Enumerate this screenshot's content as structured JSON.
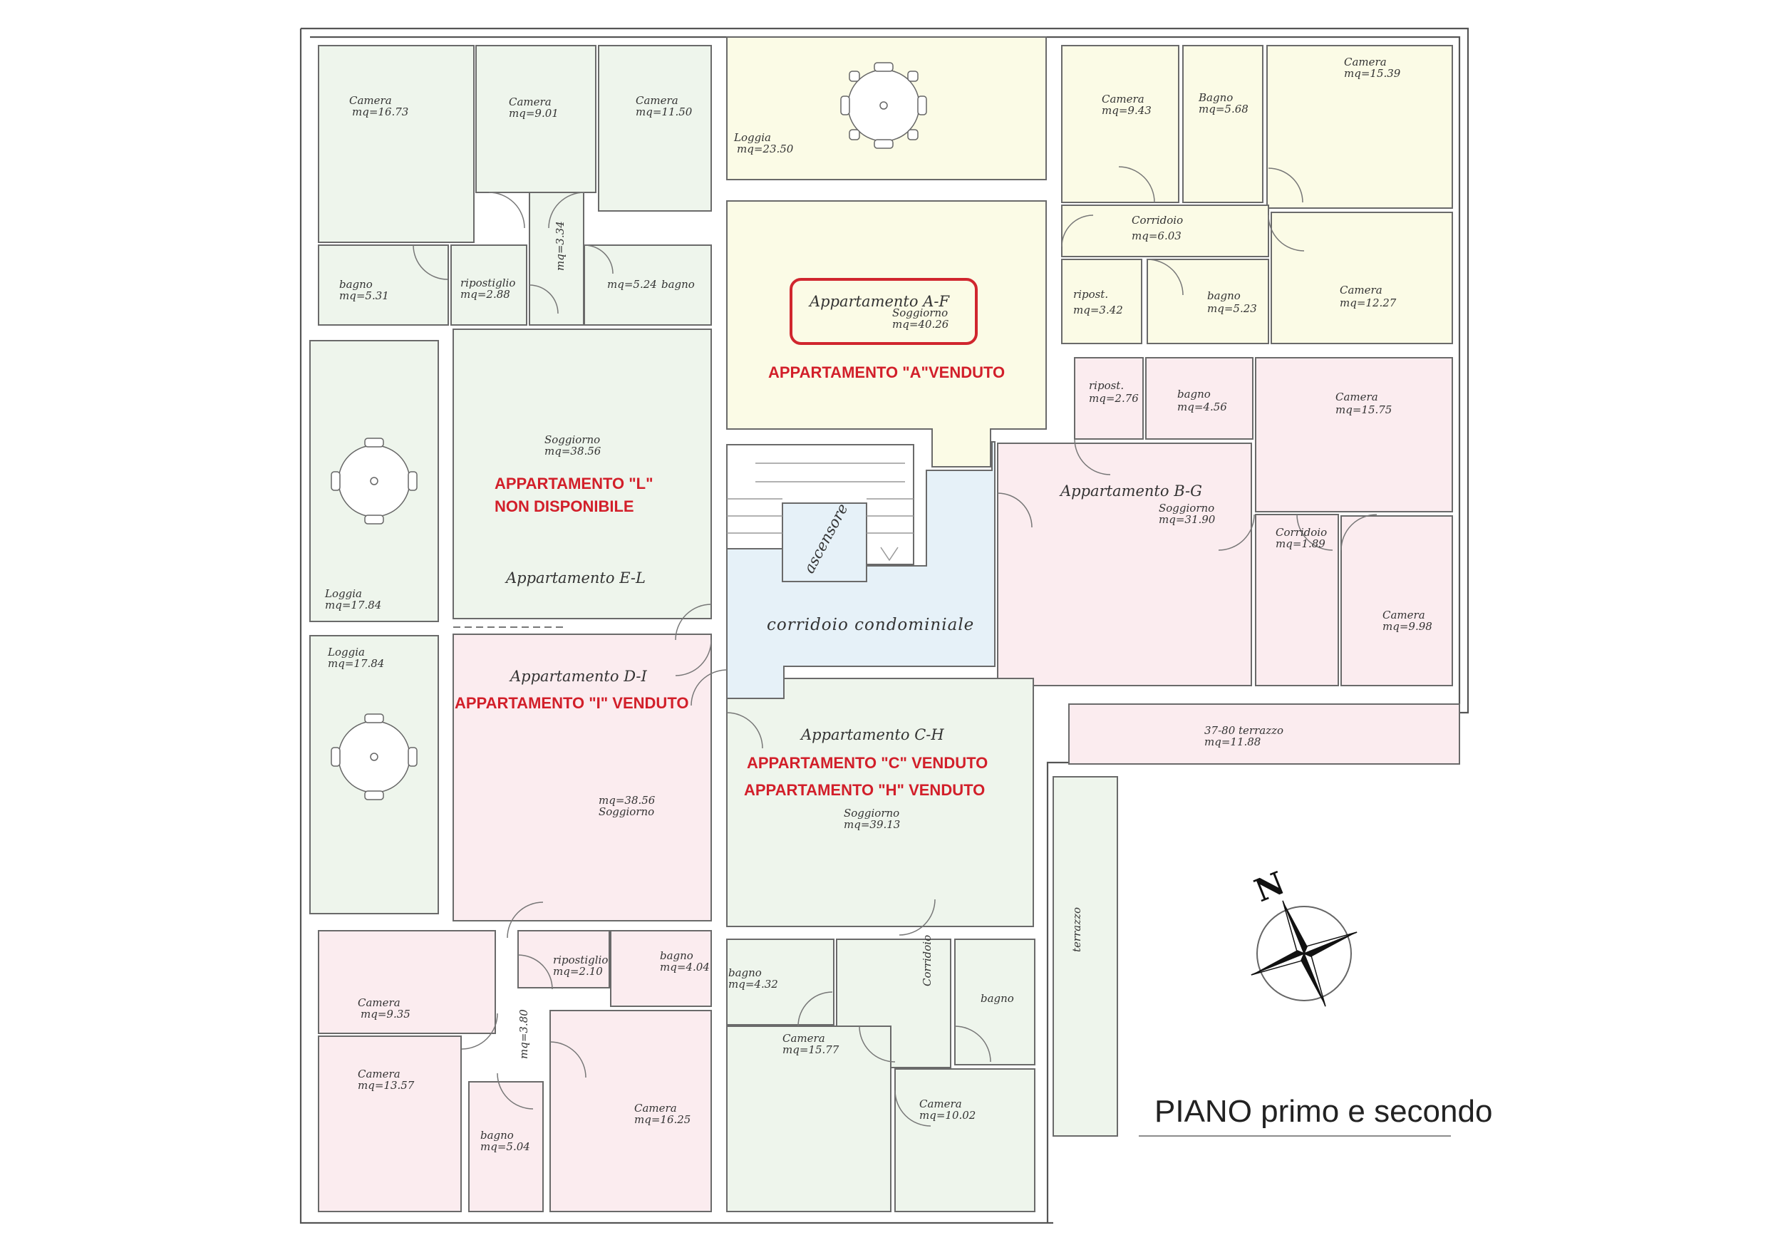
{
  "title": "PIANO primo e secondo",
  "compass": {
    "label": "N",
    "icon": "compass-rose-icon"
  },
  "colors": {
    "green": "#eef5ec",
    "yellow": "#fbfbe6",
    "pink": "#fbecef",
    "blue": "#e6f1f8",
    "status": "#d21f2a",
    "highlight": "#d0262e"
  },
  "apartments": {
    "af": {
      "name": "Appartamento A-F",
      "status": "APPARTAMENTO \"A\"VENDUTO"
    },
    "el": {
      "name": "Appartamento E-L",
      "status_line1": "APPARTAMENTO \"L\"",
      "status_line2": "NON DISPONIBILE"
    },
    "bg": {
      "name": "Appartamento B-G"
    },
    "di": {
      "name": "Appartamento D-I",
      "status": "APPARTAMENTO \"I\" VENDUTO"
    },
    "ch": {
      "name": "Appartamento C-H",
      "status_line1": "APPARTAMENTO \"C\" VENDUTO",
      "status_line2": "APPARTAMENTO \"H\" VENDUTO"
    }
  },
  "common": {
    "corridor": "corridoio  condominiale",
    "elevator": "ascensore",
    "terrace_side": "terrazzo"
  },
  "rooms": [
    {
      "name": "Camera",
      "area": "mq=16.73"
    },
    {
      "name": "Camera",
      "area": "mq=9.01"
    },
    {
      "name": "Camera",
      "area": "mq=11.50"
    },
    {
      "name": "bagno",
      "area": "mq=5.31"
    },
    {
      "name": "ripostiglio",
      "area": "mq=2.88"
    },
    {
      "name": "",
      "area": "mq=3.34"
    },
    {
      "name": "bagno",
      "area": "mq=5.24"
    },
    {
      "name": "Loggia",
      "area": "mq=23.50"
    },
    {
      "name": "Camera",
      "area": "mq=9.43"
    },
    {
      "name": "Bagno",
      "area": "mq=5.68"
    },
    {
      "name": "Camera",
      "area": "mq=15.39"
    },
    {
      "name": "Corridoio",
      "area": "mq=6.03"
    },
    {
      "name": "ripost.",
      "area": "mq=3.42"
    },
    {
      "name": "bagno",
      "area": "mq=5.23"
    },
    {
      "name": "Camera",
      "area": "mq=12.27"
    },
    {
      "name": "Soggiorno",
      "area": "mq=40.26"
    },
    {
      "name": "ripost.",
      "area": "mq=2.76"
    },
    {
      "name": "bagno",
      "area": "mq=4.56"
    },
    {
      "name": "Camera",
      "area": "mq=15.75"
    },
    {
      "name": "Soggiorno",
      "area": "mq=38.56"
    },
    {
      "name": "Loggia",
      "area": "mq=17.84"
    },
    {
      "name": "Soggiorno",
      "area": "mq=31.90"
    },
    {
      "name": "Corridoio",
      "area": "mq=1.89"
    },
    {
      "name": "Camera",
      "area": "mq=9.98"
    },
    {
      "name": "Loggia",
      "area": "mq=17.84"
    },
    {
      "name": "37-80  terrazzo",
      "area": "mq=11.88"
    },
    {
      "name": "Soggiorno",
      "area": "mq=38.56"
    },
    {
      "name": "Soggiorno",
      "area": "mq=39.13"
    },
    {
      "name": "Camera",
      "area": "mq=9.35"
    },
    {
      "name": "ripostiglio",
      "area": "mq=2.10"
    },
    {
      "name": "bagno",
      "area": "mq=4.04"
    },
    {
      "name": "",
      "area": "mq=3.80"
    },
    {
      "name": "Camera",
      "area": "mq=13.57"
    },
    {
      "name": "bagno",
      "area": "mq=5.04"
    },
    {
      "name": "Camera",
      "area": "mq=16.25"
    },
    {
      "name": "bagno",
      "area": "mq=4.32"
    },
    {
      "name": "Camera",
      "area": "mq=15.77"
    },
    {
      "name": "Corridoio",
      "area": ""
    },
    {
      "name": "bagno",
      "area": ""
    },
    {
      "name": "Camera",
      "area": "mq=10.02"
    }
  ]
}
